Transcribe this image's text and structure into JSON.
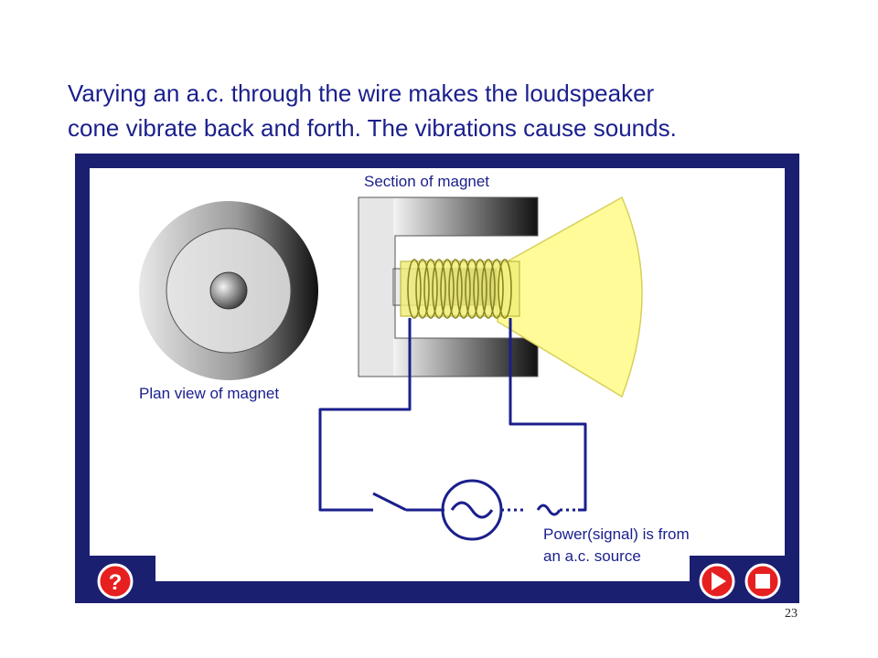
{
  "caption": {
    "line1": "Varying an a.c. through the wire makes the loudspeaker",
    "line2": "cone vibrate back and forth. The vibrations cause sounds."
  },
  "labels": {
    "section": "Section of magnet",
    "plan": "Plan view of magnet",
    "power1": "Power(signal) is from",
    "power2": "an a.c. source"
  },
  "controls": {
    "help": "?",
    "help_icon": "help-icon",
    "play_icon": "play-icon",
    "stop_icon": "stop-icon"
  },
  "colors": {
    "frame": "#1a1f70",
    "wire": "#1a1f8c",
    "cone": "#fffb99",
    "coil": "#f0ee7a",
    "button": "#e62020"
  },
  "slide_number": "23"
}
